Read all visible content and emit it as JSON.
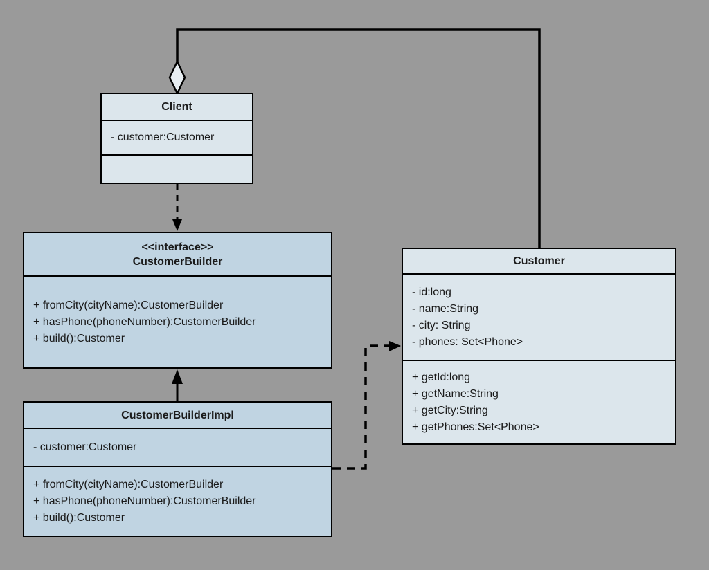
{
  "canvas": {
    "background": "#9a9a9a",
    "box_fill_light": "#dce6ec",
    "box_fill_blue": "#c0d4e2",
    "border_color": "#000000",
    "diamond_fill": "#e8eef2",
    "text_color": "#1a1a1a"
  },
  "classes": {
    "client": {
      "title": "Client",
      "attributes": [
        "- customer:Customer"
      ],
      "methods": []
    },
    "customer_builder": {
      "stereotype": "<<interface>>",
      "title": "CustomerBuilder",
      "methods": [
        "+ fromCity(cityName):CustomerBuilder",
        "+ hasPhone(phoneNumber):CustomerBuilder",
        "+ build():Customer"
      ]
    },
    "customer_builder_impl": {
      "title": "CustomerBuilderImpl",
      "attributes": [
        "- customer:Customer"
      ],
      "methods": [
        "+ fromCity(cityName):CustomerBuilder",
        "+ hasPhone(phoneNumber):CustomerBuilder",
        "+ build():Customer"
      ]
    },
    "customer": {
      "title": "Customer",
      "attributes": [
        "- id:long",
        "- name:String",
        "- city: String",
        "- phones: Set<Phone>"
      ],
      "methods": [
        "+ getId:long",
        "+ getName:String",
        "+ getCity:String",
        "+ getPhones:Set<Phone>"
      ]
    }
  },
  "relationships": [
    {
      "from": "Client",
      "to": "Customer",
      "type": "aggregation"
    },
    {
      "from": "Client",
      "to": "CustomerBuilder",
      "type": "dependency"
    },
    {
      "from": "CustomerBuilderImpl",
      "to": "CustomerBuilder",
      "type": "realization"
    },
    {
      "from": "CustomerBuilderImpl",
      "to": "Customer",
      "type": "dependency"
    }
  ]
}
